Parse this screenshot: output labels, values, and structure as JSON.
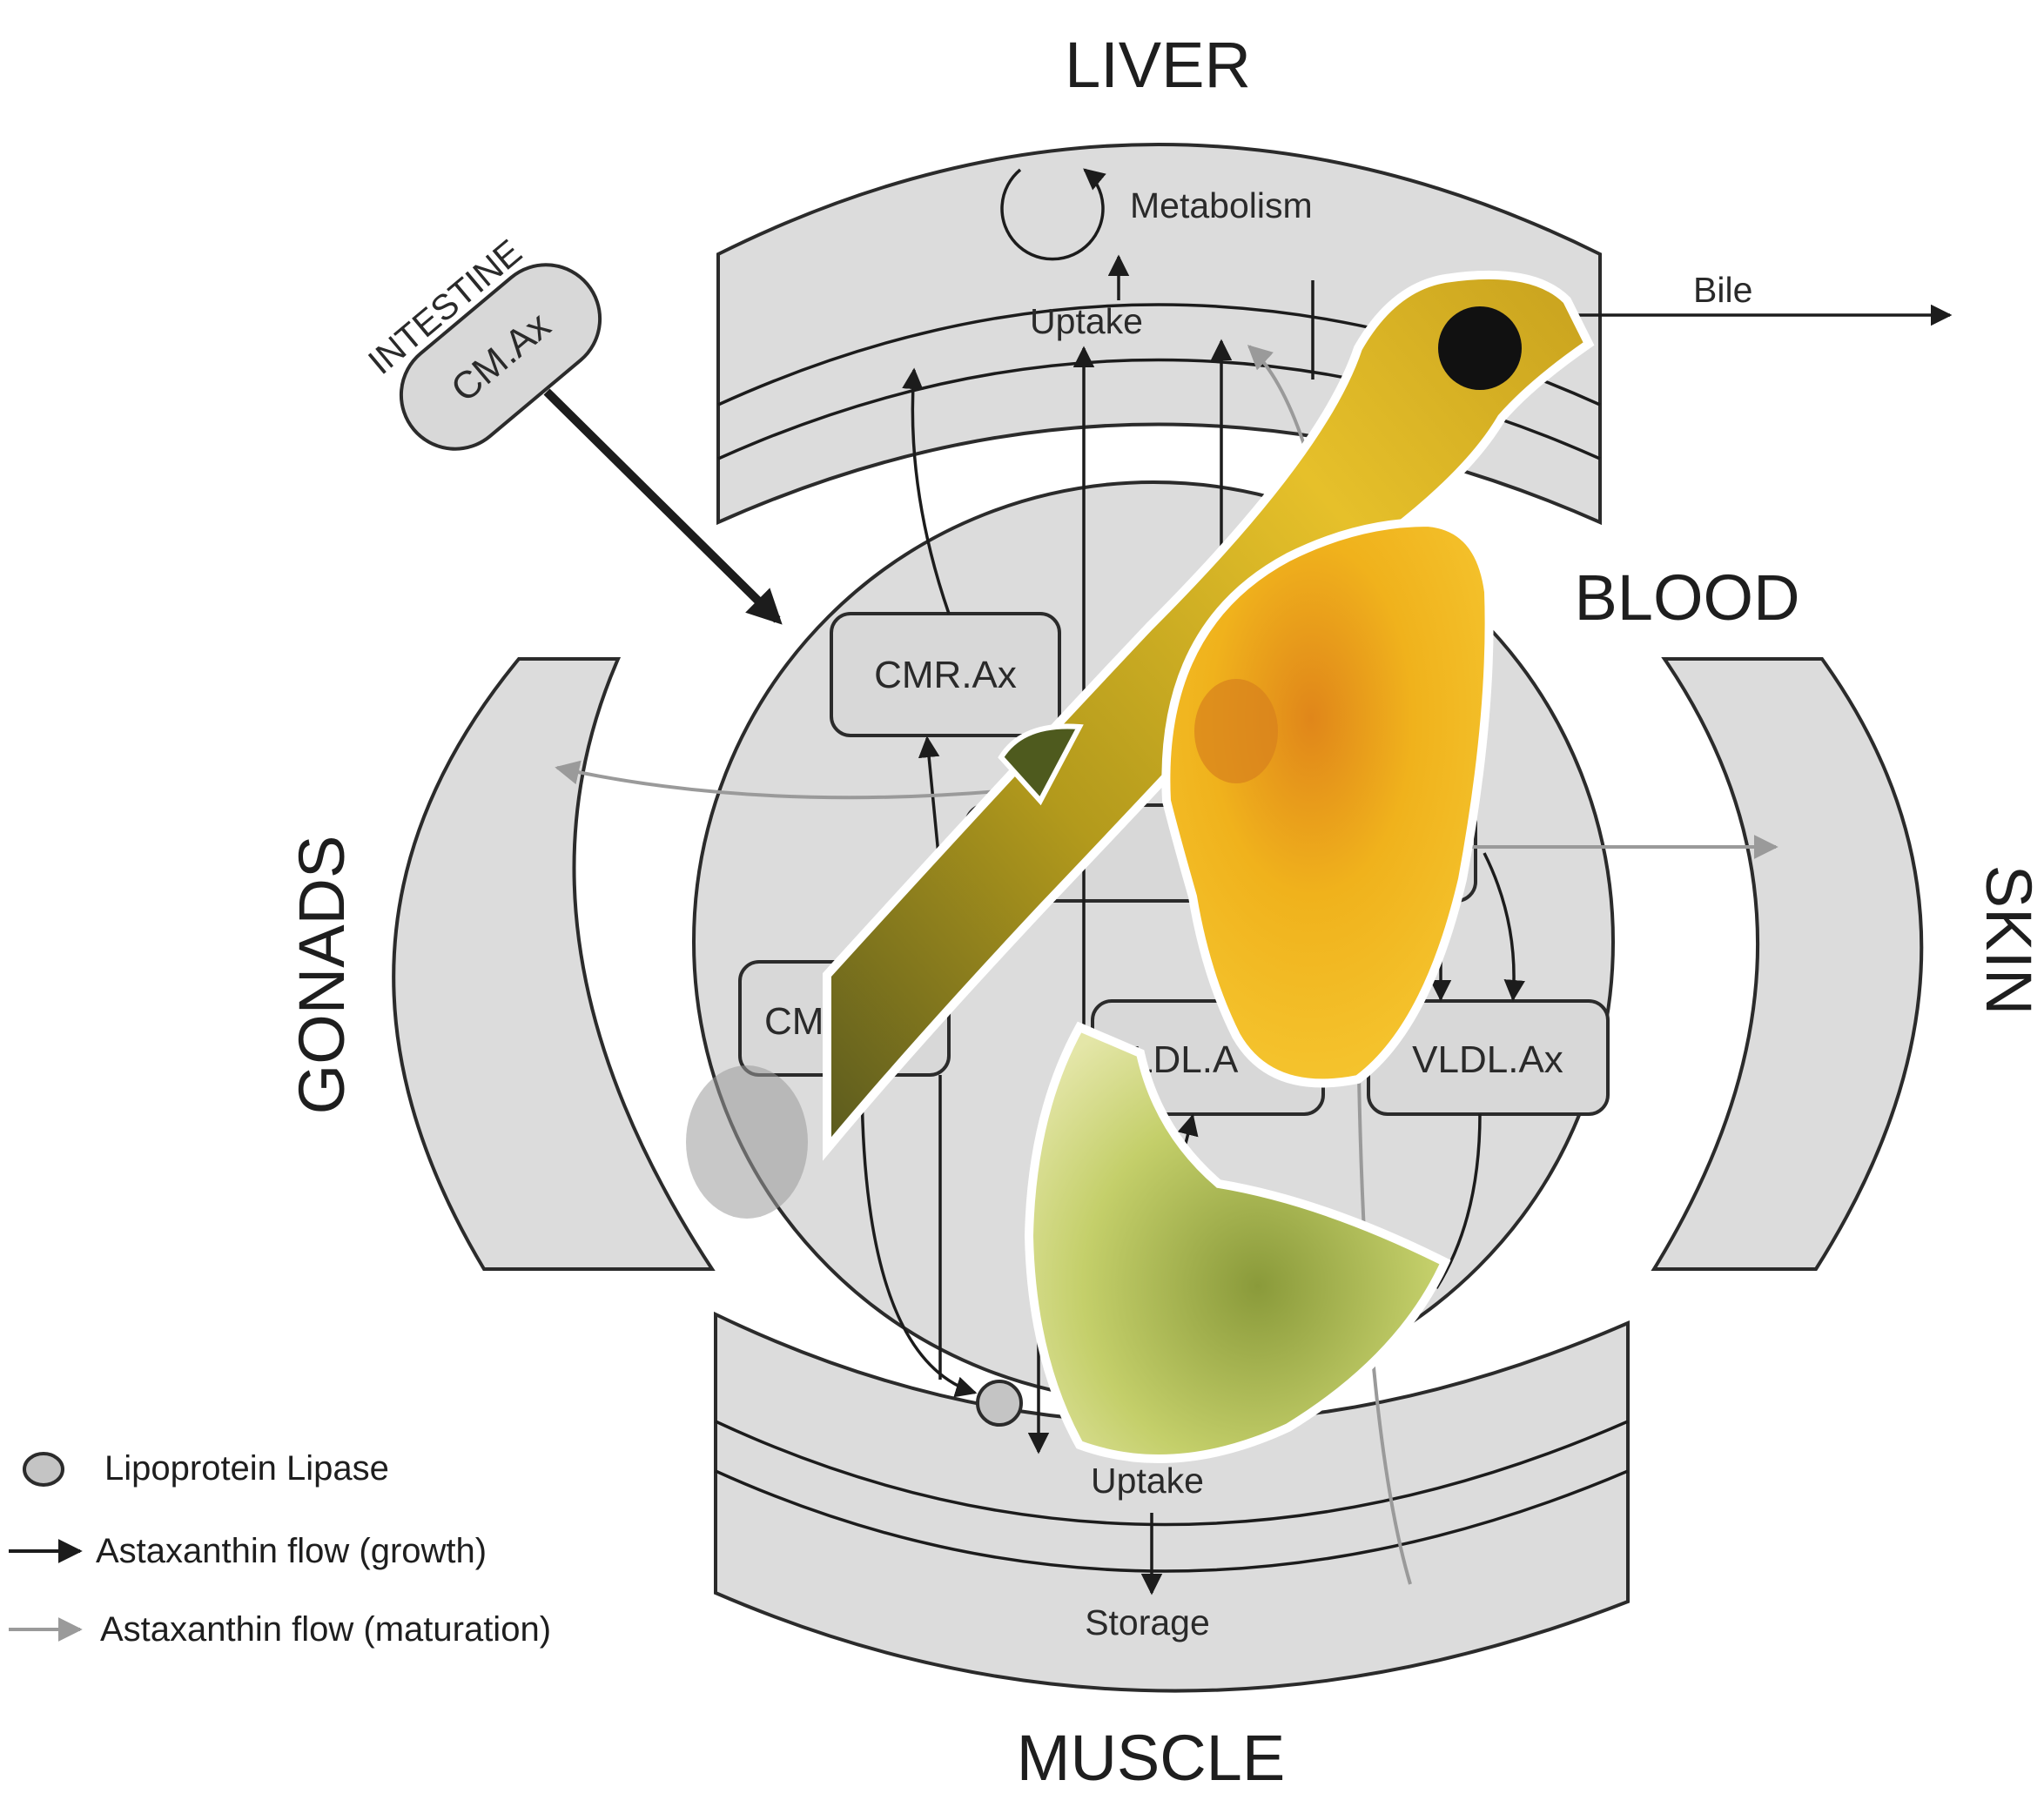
{
  "regions": {
    "liver": "LIVER",
    "blood": "BLOOD",
    "gonads": "GONADS",
    "skin": "SKIN",
    "muscle": "MUSCLE",
    "intestine": "INTESTINE"
  },
  "nodes": {
    "cm_ax": "CM.Ax",
    "cmr_ax": "CMR.Ax",
    "cm_partial": "CM",
    "ldl_partial": "LDL.A",
    "vldl_ax": "VLDL.Ax"
  },
  "process_labels": {
    "metabolism": "Metabolism",
    "liver_uptake": "Uptake",
    "bile": "Bile",
    "muscle_uptake": "Uptake",
    "storage": "Storage"
  },
  "legend": {
    "lipase": "Lipoprotein Lipase",
    "growth": "Astaxanthin flow (growth)",
    "maturation": "Astaxanthin flow (maturation)"
  },
  "colors": {
    "band_fill": "#dcdcdc",
    "growth_arrow": "#1c1c1c",
    "maturation_arrow": "#9a9a9a"
  }
}
